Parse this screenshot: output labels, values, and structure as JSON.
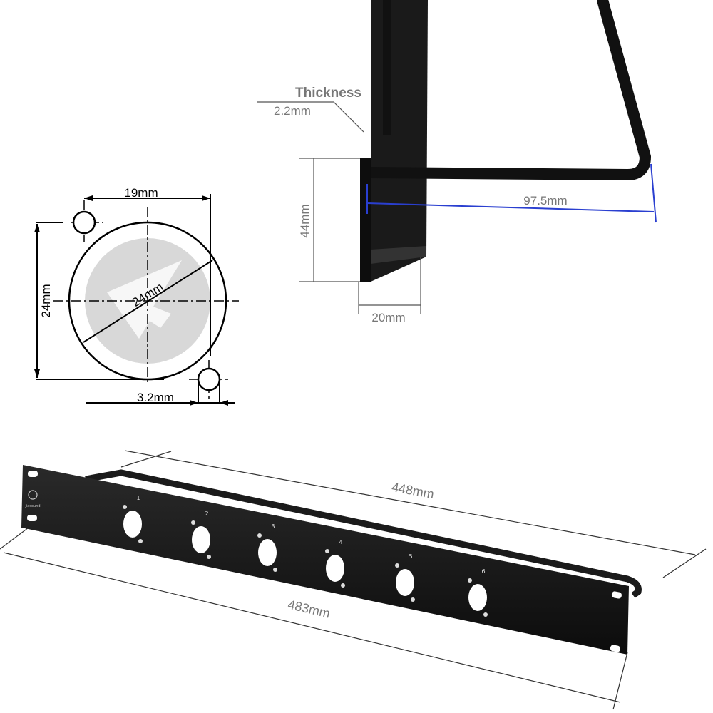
{
  "cutout_drawing": {
    "width_label": "19mm",
    "height_label": "24mm",
    "diameter_label": "24mm",
    "screw_hole_label": "3.2mm"
  },
  "bracket_side_view": {
    "thickness_title": "Thickness",
    "thickness_value": "2.2mm",
    "height_label": "44mm",
    "depth_label": "20mm",
    "handle_depth_label": "97.5mm",
    "accent_color": "#2a3fd0"
  },
  "panel_view": {
    "inner_width_label": "448mm",
    "overall_width_label": "483mm",
    "brand_logo_text": "Jiasound",
    "port_numbers": [
      "1",
      "2",
      "3",
      "4",
      "5",
      "6"
    ]
  }
}
